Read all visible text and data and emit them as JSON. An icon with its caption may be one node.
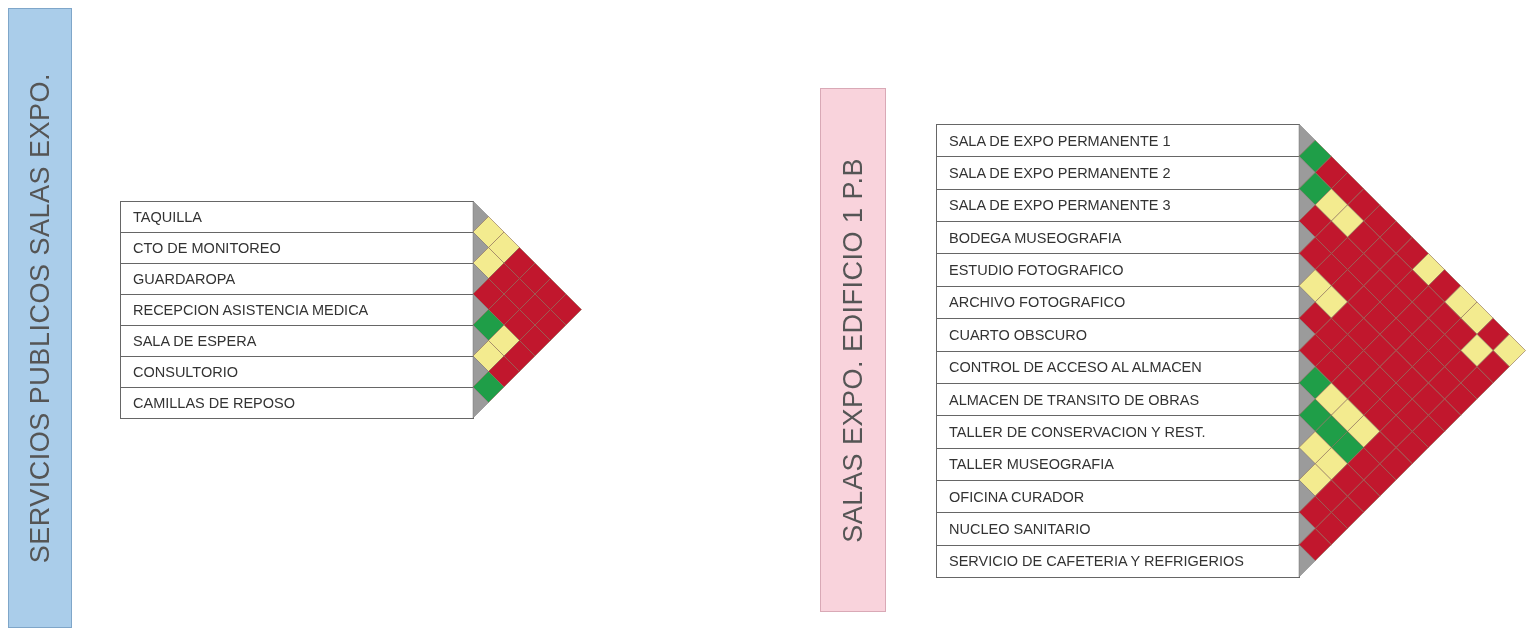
{
  "diagram": {
    "nodes": [
      {
        "text": [
          "SERVICIOS PUBLICOS SALAS EXPO."
        ]
      },
      {
        "text": [
          "TAQUILLA"
        ]
      },
      {
        "text": [
          "CTO DE MONITOREO"
        ]
      },
      {
        "text": [
          "GUARDAROPA"
        ]
      },
      {
        "text": [
          "RECEPCION ASISTENCIA MEDICA"
        ]
      },
      {
        "text": [
          "SALA DE ESPERA"
        ]
      },
      {
        "text": [
          "CONSULTORIO"
        ]
      },
      {
        "text": [
          "CAMILLAS DE REPOSO"
        ]
      },
      {
        "text": [
          "SALAS EXPO. EDIFICIO 1 P.B"
        ]
      },
      {
        "text": [
          "SALA DE EXPO PERMANENTE 1"
        ]
      },
      {
        "text": [
          "SALA DE EXPO PERMANENTE 2"
        ]
      },
      {
        "text": [
          "SALA DE EXPO PERMANENTE 3"
        ]
      },
      {
        "text": [
          "BODEGA MUSEOGRAFIA"
        ]
      },
      {
        "text": [
          "ESTUDIO FOTOGRAFICO"
        ]
      },
      {
        "text": [
          "ARCHIVO FOTOGRAFICO"
        ]
      },
      {
        "text": [
          "CUARTO OBSCURO"
        ]
      },
      {
        "text": [
          "CONTROL DE ACCESO AL ALMACEN"
        ]
      },
      {
        "text": [
          "ALMACEN DE TRANSITO DE OBRAS"
        ]
      },
      {
        "text": [
          "TALLER DE CONSERVACION Y REST."
        ]
      },
      {
        "text": [
          "TALLER MUSEOGRAFIA"
        ]
      },
      {
        "text": [
          "OFICINA CURADOR"
        ]
      },
      {
        "text": [
          "NUCLEO SANITARIO"
        ]
      },
      {
        "text": [
          "SERVICIO DE CAFETERIA Y REFRIGERIOS"
        ]
      }
    ]
  }
}
